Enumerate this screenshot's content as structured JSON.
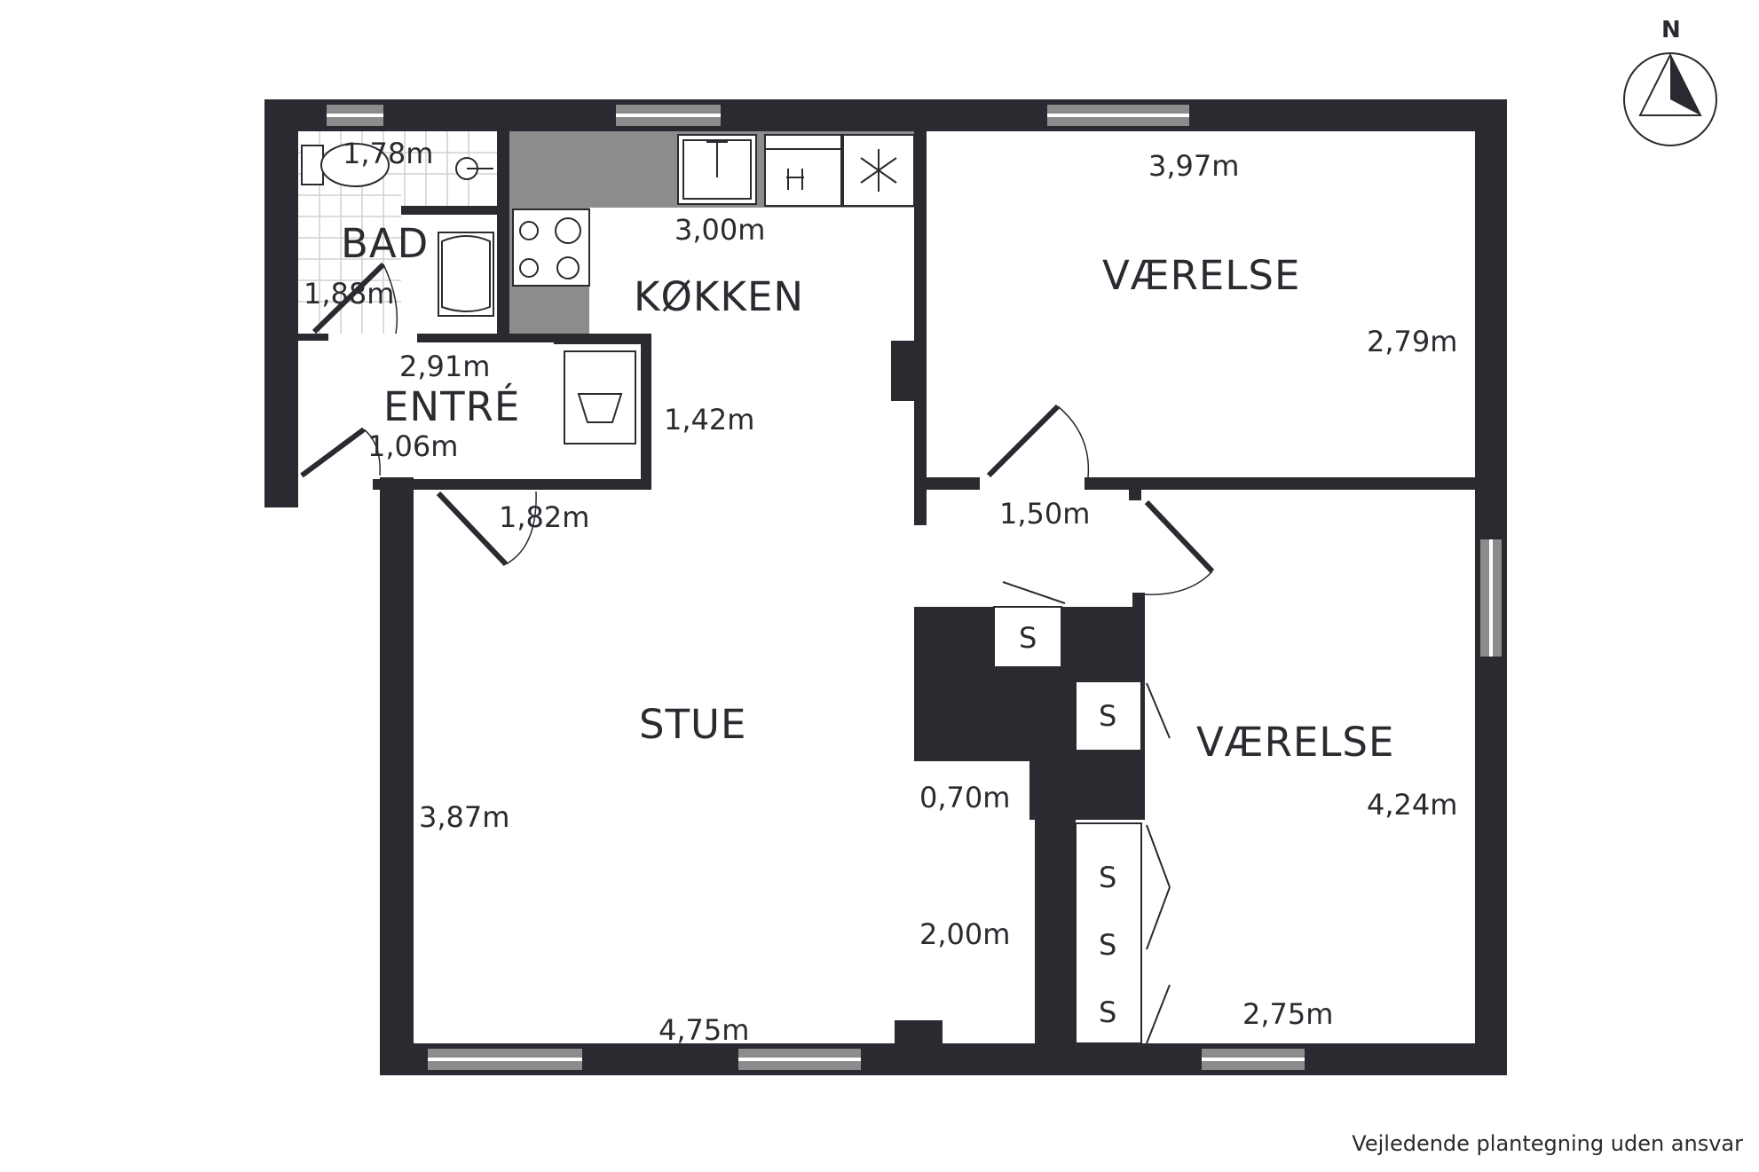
{
  "rooms": {
    "bad": "BAD",
    "kokken": "KØKKEN",
    "entre": "ENTRÉ",
    "stue": "STUE",
    "vaerelse_1": "VÆRELSE",
    "vaerelse_2": "VÆRELSE"
  },
  "dimensions": {
    "bad_width": "1,78m",
    "bad_depth": "1,88m",
    "kokken_width": "3,00m",
    "entre_width": "2,91m",
    "entre_depth": "1,06m",
    "kokken_depth": "1,42m",
    "hall_width": "1,82m",
    "vaerelse1_width": "3,97m",
    "vaerelse1_depth": "2,79m",
    "hall_gap": "1,50m",
    "stue_depth": "3,87m",
    "closet_width": "0,70m",
    "stue_lower": "2,00m",
    "stue_width": "4,75m",
    "vaerelse2_depth": "4,24m",
    "vaerelse2_width": "2,75m"
  },
  "storage_label": "S",
  "compass": {
    "label": "N"
  },
  "disclaimer": "Vejledende plantegning uden ansvar",
  "colors": {
    "wall": "#2a2b30",
    "window": "#8c8c8c",
    "counter": "#8c8c8c"
  }
}
